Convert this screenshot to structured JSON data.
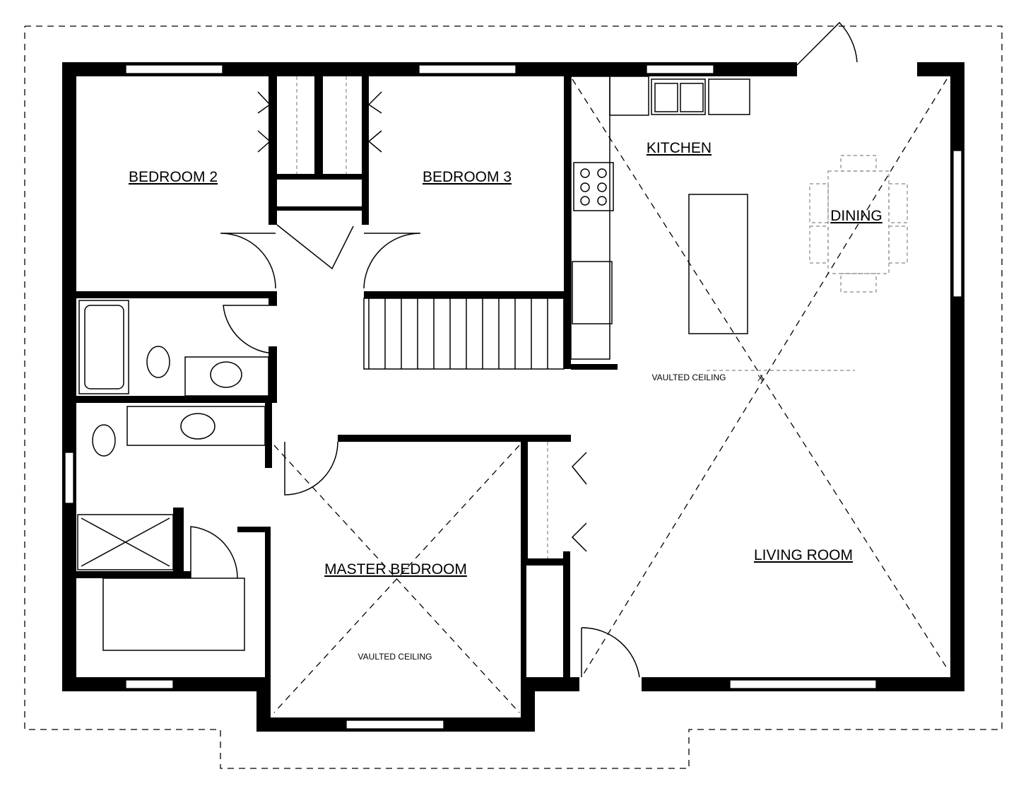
{
  "plan": {
    "rooms": {
      "bedroom2": "BEDROOM 2",
      "bedroom3": "BEDROOM 3",
      "kitchen": "KITCHEN",
      "dining": "DINING",
      "master": "MASTER BEDROOM",
      "living": "LIVING ROOM"
    },
    "notes": {
      "vaulted_living": "VAULTED CEILING",
      "vaulted_master": "VAULTED CEILING",
      "peak_mark": "X"
    }
  }
}
